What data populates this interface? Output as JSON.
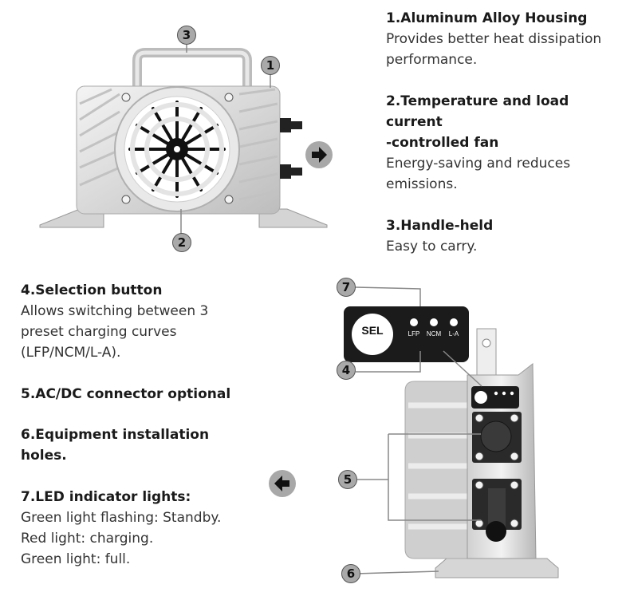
{
  "features": [
    {
      "num": "1",
      "title": "1.Aluminum Alloy Housing",
      "desc": [
        "Provides better heat dissipation",
        "performance."
      ]
    },
    {
      "num": "2",
      "title_lines": [
        "2.Temperature and load",
        "current",
        "-controlled fan"
      ],
      "desc": [
        "Energy-saving and reduces",
        "emissions."
      ]
    },
    {
      "num": "3",
      "title": "3.Handle-held",
      "desc": [
        "Easy to carry."
      ]
    },
    {
      "num": "4",
      "title": "4.Selection button",
      "desc": [
        "Allows switching between 3",
        "preset charging curves",
        "(LFP/NCM/L-A)."
      ]
    },
    {
      "num": "5",
      "title": "5.AC/DC connector optional"
    },
    {
      "num": "6",
      "title_lines": [
        "6.Equipment installation",
        "holes."
      ]
    },
    {
      "num": "7",
      "title": "7.LED indicator lights:",
      "desc": [
        "Green light flashing: Standby.",
        "Red light: charging.",
        "Green light: full."
      ]
    }
  ],
  "panel": {
    "button_label": "SEL",
    "led_labels": [
      "LFP",
      "NCM",
      "L-A"
    ]
  },
  "icons": {
    "arrow_right": "arrow-right-icon",
    "arrow_left": "arrow-left-icon"
  },
  "colors": {
    "callout_fill": "#a9a9a9",
    "panel_bg": "#1b1b1b",
    "housing": "#d9d9d9"
  }
}
